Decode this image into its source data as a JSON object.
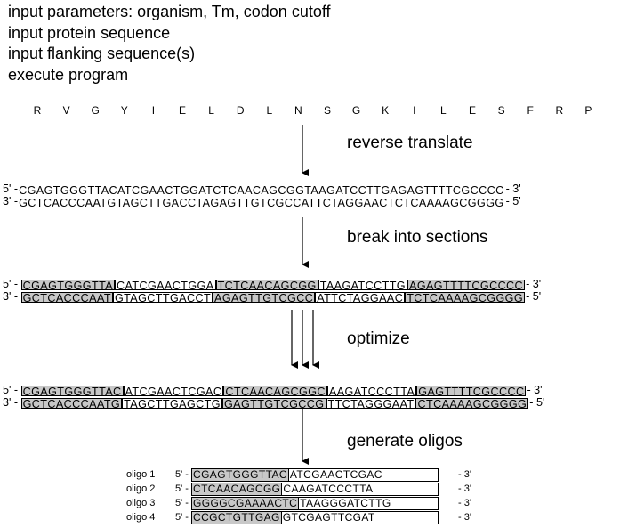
{
  "steps": [
    "input parameters: organism, Tm, codon cutoff",
    "input protein sequence",
    "input flanking sequence(s)",
    "execute program"
  ],
  "protein": [
    "R",
    "V",
    "G",
    "Y",
    "I",
    "E",
    "L",
    "D",
    "L",
    "N",
    "S",
    "G",
    "K",
    "I",
    "L",
    "E",
    "S",
    "F",
    "R",
    "P"
  ],
  "stages": {
    "reverse": "reverse translate",
    "break": "break into sections",
    "optimize": "optimize",
    "generate": "generate oligos"
  },
  "labels": {
    "p5": "5' -",
    "p3": "3' -",
    "e3": "- 3'",
    "e5": "- 5'"
  },
  "reverse": {
    "top": "CGAGTGGGTTACATCGAACTGGATCTCAACAGCGGTAAGATCCTTGAGAGTTTTCGCCCC",
    "bottom": "GCTCACCCAATGTAGCTTGACCTAGAGTTGTCGCCATTCTAGGAACTCTCAAAAGCGGGG"
  },
  "sections": {
    "top": [
      "CGAGTGGGTTA",
      "CATCGAACTGGA",
      "TCTCAACAGCGG",
      "TAAGATCCTTG",
      "AGAGTTTTCGCCCC"
    ],
    "bottom": [
      "GCTCACCCAAT",
      "GTAGCTTGACCT",
      "AGAGTTGTCGCC",
      "ATTCTAGGAAC",
      "TCTCAAAAGCGGGG"
    ]
  },
  "optimized": {
    "top": [
      "CGAGTGGGTTAC",
      "ATCGAACTCGAC",
      "CTCAACAGCGGC",
      "AAGATCCCTTA",
      "GAGTTTTCGCCCC"
    ],
    "bottom": [
      "GCTCACCCAATG",
      "TAGCTTGAGCTG",
      "GAGTTGTCGCCG",
      "TTCTAGGGAAT",
      "CTCAAAAGCGGGG"
    ]
  },
  "oligos": [
    {
      "name": "oligo 1",
      "a": "CGAGTGGGTTAC",
      "b": "ATCGAACTCGAC"
    },
    {
      "name": "oligo 2",
      "a": "CTCAACAGCGG",
      "b": "CAAGATCCCTTA"
    },
    {
      "name": "oligo 3",
      "a": "GGGGCGAAAACTC",
      "b": "TAAGGGATCTTG"
    },
    {
      "name": "oligo 4",
      "a": "CCGCTGTTGAG",
      "b": "GTCGAGTTCGAT"
    }
  ],
  "colors": {
    "shade": "#c8c8c8",
    "line": "#000000"
  }
}
